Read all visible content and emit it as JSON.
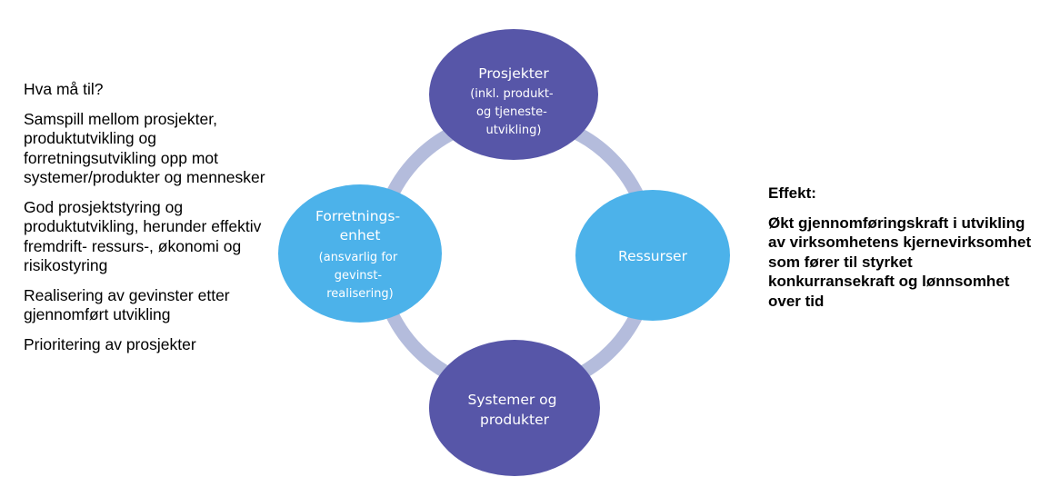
{
  "left": {
    "heading": "Hva må til?",
    "items": [
      "Samspill mellom prosjekter, produktutvikling og forretningsutvikling opp mot systemer/produkter og mennesker",
      "God prosjektstyring og produktutvikling, herunder effektiv fremdrift- ressurs-, økonomi og risikostyring",
      "Realisering av gevinster etter gjennomført utvikling",
      "Prioritering av prosjekter"
    ]
  },
  "cycle": {
    "ring_color": "#b4bcdc",
    "nodes": {
      "top": {
        "lines": [
          "Prosjekter",
          "(inkl. produkt-",
          "og tjeneste-",
          "utvikling)"
        ],
        "color": "#5756a8"
      },
      "right": {
        "lines": [
          "Ressurser"
        ],
        "color": "#4cb2ea"
      },
      "bottom": {
        "lines": [
          "Systemer og",
          "produkter"
        ],
        "color": "#5756a8"
      },
      "left": {
        "lines": [
          "Forretnings-",
          "enhet",
          "(ansvarlig for",
          "gevinst-",
          "realisering)"
        ],
        "color": "#4cb2ea"
      }
    }
  },
  "right": {
    "heading": "Effekt:",
    "body": "Økt gjennomføringskraft i utvikling av virksomhetens kjernevirksomhet som fører til styrket konkurransekraft og lønnsomhet over tid"
  }
}
